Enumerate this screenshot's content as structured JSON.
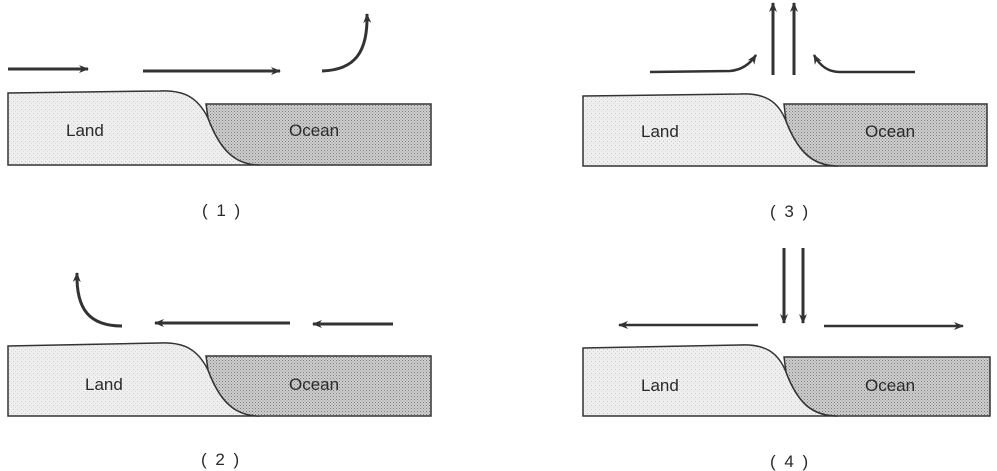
{
  "panels": [
    {
      "id": "1",
      "caption": "( 1 )",
      "land_label": "Land",
      "ocean_label": "Ocean"
    },
    {
      "id": "2",
      "caption": "( 2 )",
      "land_label": "Land",
      "ocean_label": "Ocean"
    },
    {
      "id": "3",
      "caption": "( 3 )",
      "land_label": "Land",
      "ocean_label": "Ocean"
    },
    {
      "id": "4",
      "caption": "( 4 )",
      "land_label": "Land",
      "ocean_label": "Ocean"
    }
  ]
}
